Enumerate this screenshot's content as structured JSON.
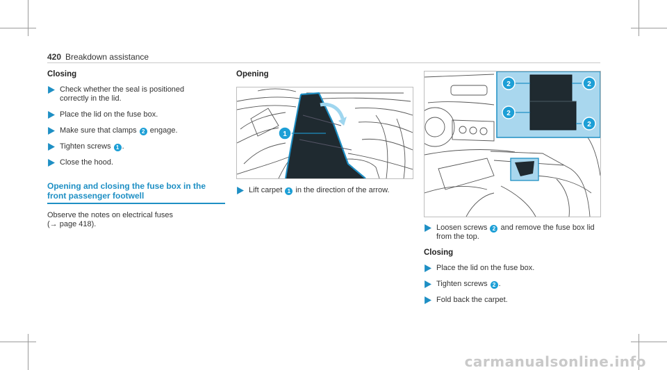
{
  "header": {
    "page_number": "420",
    "section": "Breakdown assistance"
  },
  "left": {
    "closing_heading": "Closing",
    "steps": [
      {
        "text": "Check whether the seal is positioned correctly in the lid."
      },
      {
        "text": "Place the lid on the fuse box."
      },
      {
        "before": "Make sure that clamps ",
        "badge": "2",
        "after": " engage."
      },
      {
        "before": "Tighten screws ",
        "badge": "1",
        "after": "."
      },
      {
        "text": "Close the hood."
      }
    ],
    "section_title": "Opening and closing the fuse box in the front passenger footwell",
    "note_line1": "Observe the notes on electrical fuses",
    "note_line2": "(→ page 418)."
  },
  "middle": {
    "opening_heading": "Opening",
    "figure_callout": "1",
    "step": {
      "before": "Lift carpet ",
      "badge": "1",
      "after": " in the direction of the arrow."
    }
  },
  "right": {
    "figure_callouts": [
      "2",
      "2",
      "2",
      "2"
    ],
    "step1": {
      "before": "Loosen screws ",
      "badge": "2",
      "after": " and remove the fuse box lid from the top."
    },
    "closing_heading": "Closing",
    "steps": [
      {
        "text": "Place the lid on the fuse box."
      },
      {
        "before": "Tighten screws ",
        "badge": "2",
        "after": "."
      },
      {
        "text": "Fold back the carpet."
      }
    ]
  },
  "watermark": "carmanualsonline.info",
  "colors": {
    "accent": "#1e8fc4",
    "badge": "#1d9fd6",
    "highlight": "#a9d7ee"
  },
  "icons": {
    "bullet": "triangle-right-icon"
  }
}
